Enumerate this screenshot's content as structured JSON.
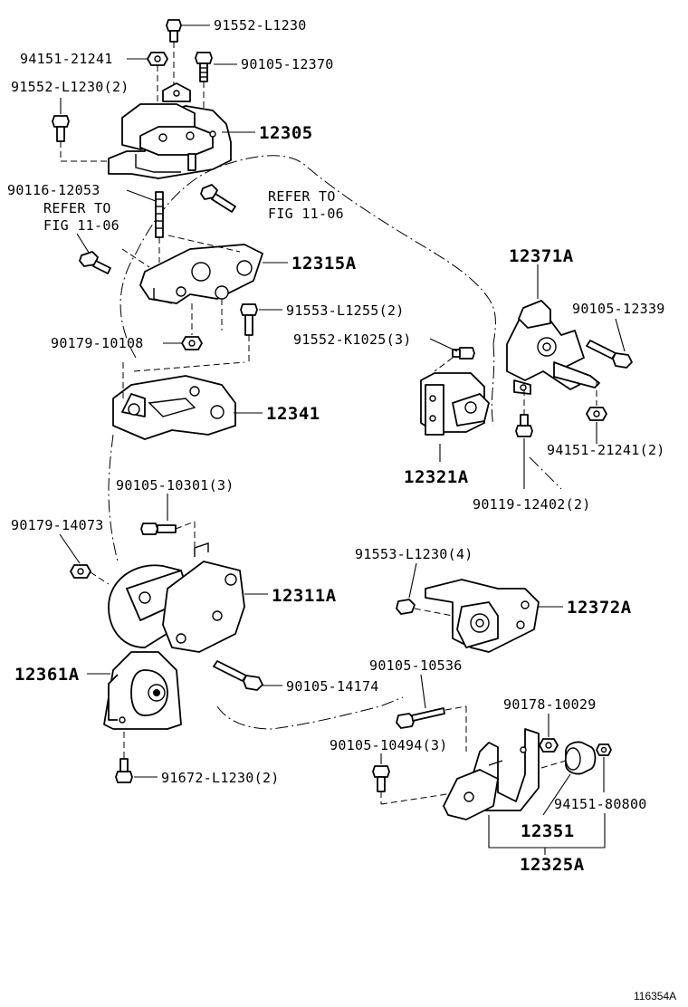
{
  "diagram": {
    "labels": {
      "p91552_l1230_top": "91552-L1230",
      "p94151_21241": "94151-21241",
      "p90105_12370": "90105-12370",
      "p91552_l1230_2": "91552-L1230(2)",
      "p12305": "12305",
      "p90116_12053": "90116-12053",
      "refer_to_right_1": "REFER TO",
      "refer_to_right_2": "FIG 11-06",
      "refer_to_left_1": "REFER TO",
      "refer_to_left_2": "FIG 11-06",
      "p12315a": "12315A",
      "p91553_l1255": "91553-L1255(2)",
      "p90179_10108": "90179-10108",
      "p12371a": "12371A",
      "p90105_12339": "90105-12339",
      "p91552_k1025": "91552-K1025(3)",
      "p12341": "12341",
      "p12321a": "12321A",
      "p94151_21241_2": "94151-21241(2)",
      "p90119_12402": "90119-12402(2)",
      "p90105_10301": "90105-10301(3)",
      "p90179_14073": "90179-14073",
      "p91553_l1230_4": "91553-L1230(4)",
      "p12311a": "12311A",
      "p12372a": "12372A",
      "p12361a": "12361A",
      "p90105_10536": "90105-10536",
      "p90105_14174": "90105-14174",
      "p90178_10029": "90178-10029",
      "p90105_10494": "90105-10494(3)",
      "p94151_80800": "94151-80800",
      "p91672_l1230": "91672-L1230(2)",
      "p12351": "12351",
      "p12325a": "12325A",
      "illustration_id": "116354A"
    }
  }
}
